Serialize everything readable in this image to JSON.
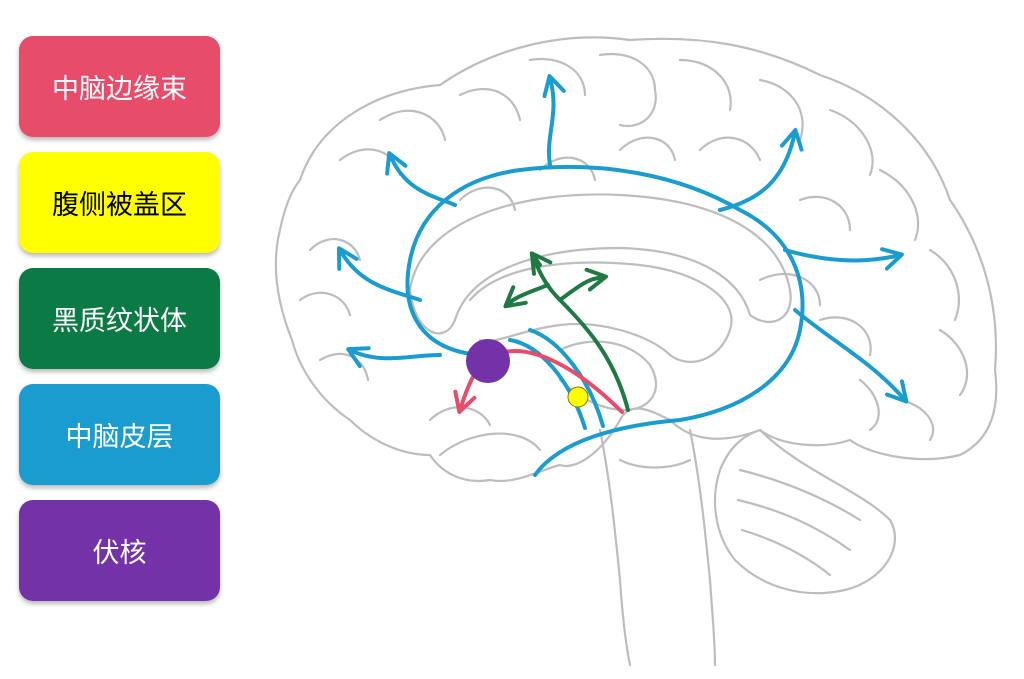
{
  "legend": [
    {
      "label": "中脑边缘束",
      "color": "#e74c6a",
      "text_color": "#ffffff"
    },
    {
      "label": "腹侧被盖区",
      "color": "#ffff00",
      "text_color": "#000000"
    },
    {
      "label": "黑质纹状体",
      "color": "#0b7a45",
      "text_color": "#ffffff"
    },
    {
      "label": "中脑皮层",
      "color": "#1a9ccf",
      "text_color": "#ffffff"
    },
    {
      "label": "伏核",
      "color": "#7332a8",
      "text_color": "#ffffff"
    }
  ],
  "colors": {
    "brain_outline": "#bdbdbd",
    "mesolimbic": "#e74c6a",
    "vta": "#ffff00",
    "nigrostriatal": "#1e7a42",
    "mesocortical": "#1a9ccf",
    "nucleus_accumbens": "#7332a8"
  }
}
